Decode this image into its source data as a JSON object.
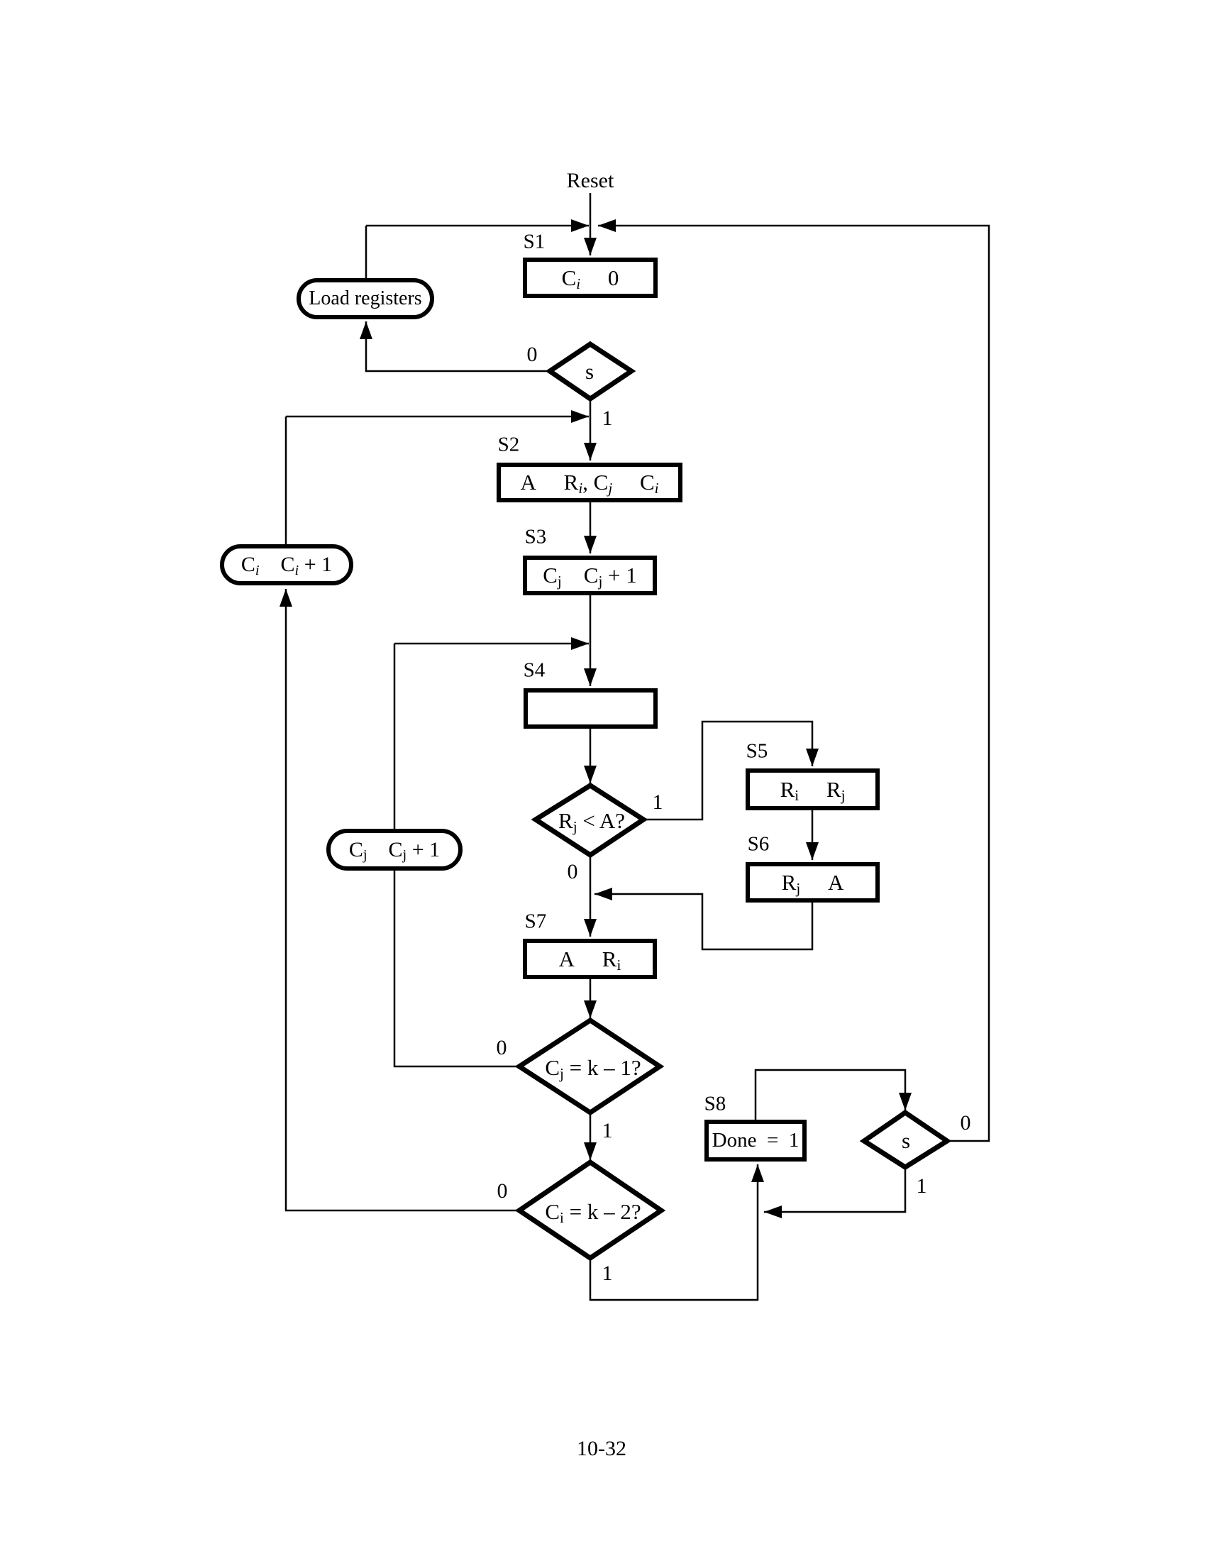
{
  "labels": {
    "reset": "Reset",
    "page_number": "10-32"
  },
  "states": {
    "s1": {
      "tag": "S1",
      "text_html": "C<sub><i>i</i></sub>&nbsp;&nbsp;&nbsp;&nbsp;&nbsp;0"
    },
    "s2": {
      "tag": "S2",
      "text_html": "A&nbsp;&nbsp;&nbsp;&nbsp;&nbsp;R<sub><i>i</i></sub>, C<sub><i>j</i></sub>&nbsp;&nbsp;&nbsp;&nbsp;&nbsp;C<sub><i>i</i></sub>"
    },
    "s3": {
      "tag": "S3",
      "text_html": "C<sub>j</sub>&nbsp;&nbsp;&nbsp;&nbsp;C<sub>j</sub> + 1"
    },
    "s4": {
      "tag": "S4",
      "text_html": ""
    },
    "s5": {
      "tag": "S5",
      "text_html": "R<sub>i</sub>&nbsp;&nbsp;&nbsp;&nbsp;&nbsp;R<sub>j</sub>"
    },
    "s6": {
      "tag": "S6",
      "text_html": "R<sub>j</sub>&nbsp;&nbsp;&nbsp;&nbsp;&nbsp;A"
    },
    "s7": {
      "tag": "S7",
      "text_html": "A&nbsp;&nbsp;&nbsp;&nbsp;&nbsp;R<sub>i</sub>"
    },
    "s8": {
      "tag": "S8",
      "text_html": "Done&nbsp;&nbsp;=&nbsp;&nbsp;1"
    }
  },
  "outputs": {
    "load_registers": {
      "text_html": "Load registers"
    },
    "ci_increment": {
      "text_html": "C<sub><i>i</i></sub>&nbsp;&nbsp;&nbsp;&nbsp;C<sub><i>i</i></sub> + 1"
    },
    "cj_increment": {
      "text_html": "C<sub>j</sub>&nbsp;&nbsp;&nbsp;&nbsp;C<sub>j</sub> + 1"
    }
  },
  "decisions": {
    "s_start": {
      "text_html": "s",
      "no_label": "0",
      "yes_label": "1"
    },
    "rj_lt_a": {
      "text_html": "R<sub>j</sub> &lt; A?",
      "yes_label": "1",
      "no_label": "0"
    },
    "cj_eq_k1": {
      "text_html": "C<sub>j</sub> = k – 1?",
      "no_label": "0",
      "yes_label": "1"
    },
    "ci_eq_k2": {
      "text_html": "C<sub>i</sub> = k – 2?",
      "no_label": "0",
      "yes_label": "1"
    },
    "s_done": {
      "text_html": "s",
      "no_label": "0",
      "yes_label": "1"
    }
  }
}
